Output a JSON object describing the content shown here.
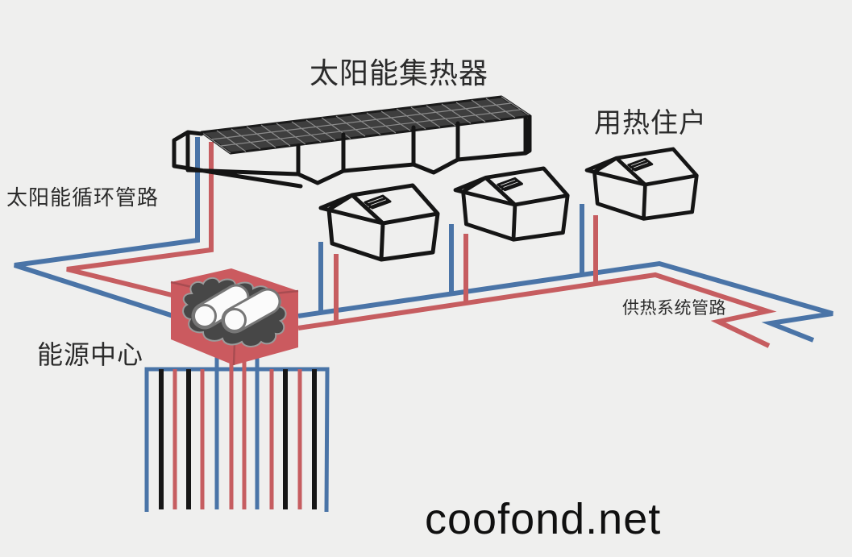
{
  "labels": {
    "solar_collector": "太阳能集热器",
    "heat_users": "用热住户",
    "solar_loop_pipe": "太阳能循环管路",
    "heating_system_pipe": "供热系统管路",
    "energy_center": "能源中心"
  },
  "watermark": "coofond.net",
  "colors": {
    "background": "#efefee",
    "supply_pipe_blue": "#4a74a7",
    "return_pipe_red": "#c65d60",
    "energy_center_box_red": "#cb5a5f",
    "outline_black": "#151515",
    "collector_panel_dark": "#3e3e3e",
    "panel_grid_gray": "#8b8b8b",
    "blob_dark_gray": "#474747",
    "cylinder_white": "#fbfbfb"
  },
  "diagram": {
    "type": "solar-district-heating-schematic",
    "houses_count": 3,
    "collector_support_modules": 3,
    "borehole_pipe_count": 14
  }
}
